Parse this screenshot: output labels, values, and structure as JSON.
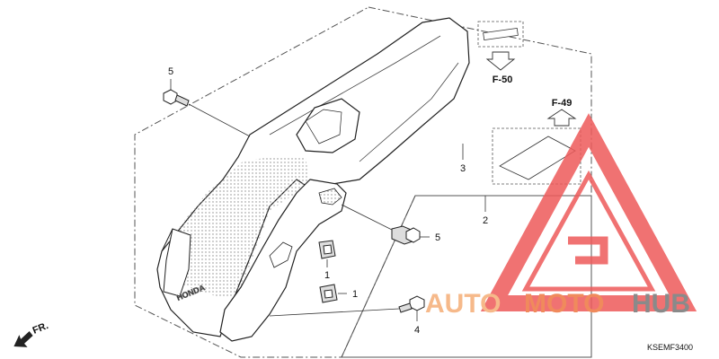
{
  "callouts": {
    "bolt_top": "5",
    "bolt_right": "5",
    "clip_upper": "1",
    "clip_lower": "1",
    "rear_fender": "3",
    "rear_inner_fender": "2",
    "bolt_bottom": "4"
  },
  "refs": {
    "top": "F-50",
    "right": "F-49"
  },
  "front_label": "FR.",
  "fender_lettering": "HONDA",
  "diagram_code": "KSEMF3400",
  "watermark": {
    "auto": "AUTO",
    "moto": "MOTO",
    "hub": "HUB",
    "color_auto": "#f6b98a",
    "color_moto": "#f08a5c",
    "color_hub": "#8a8a8a",
    "triangle_color": "#ee5a5a"
  }
}
